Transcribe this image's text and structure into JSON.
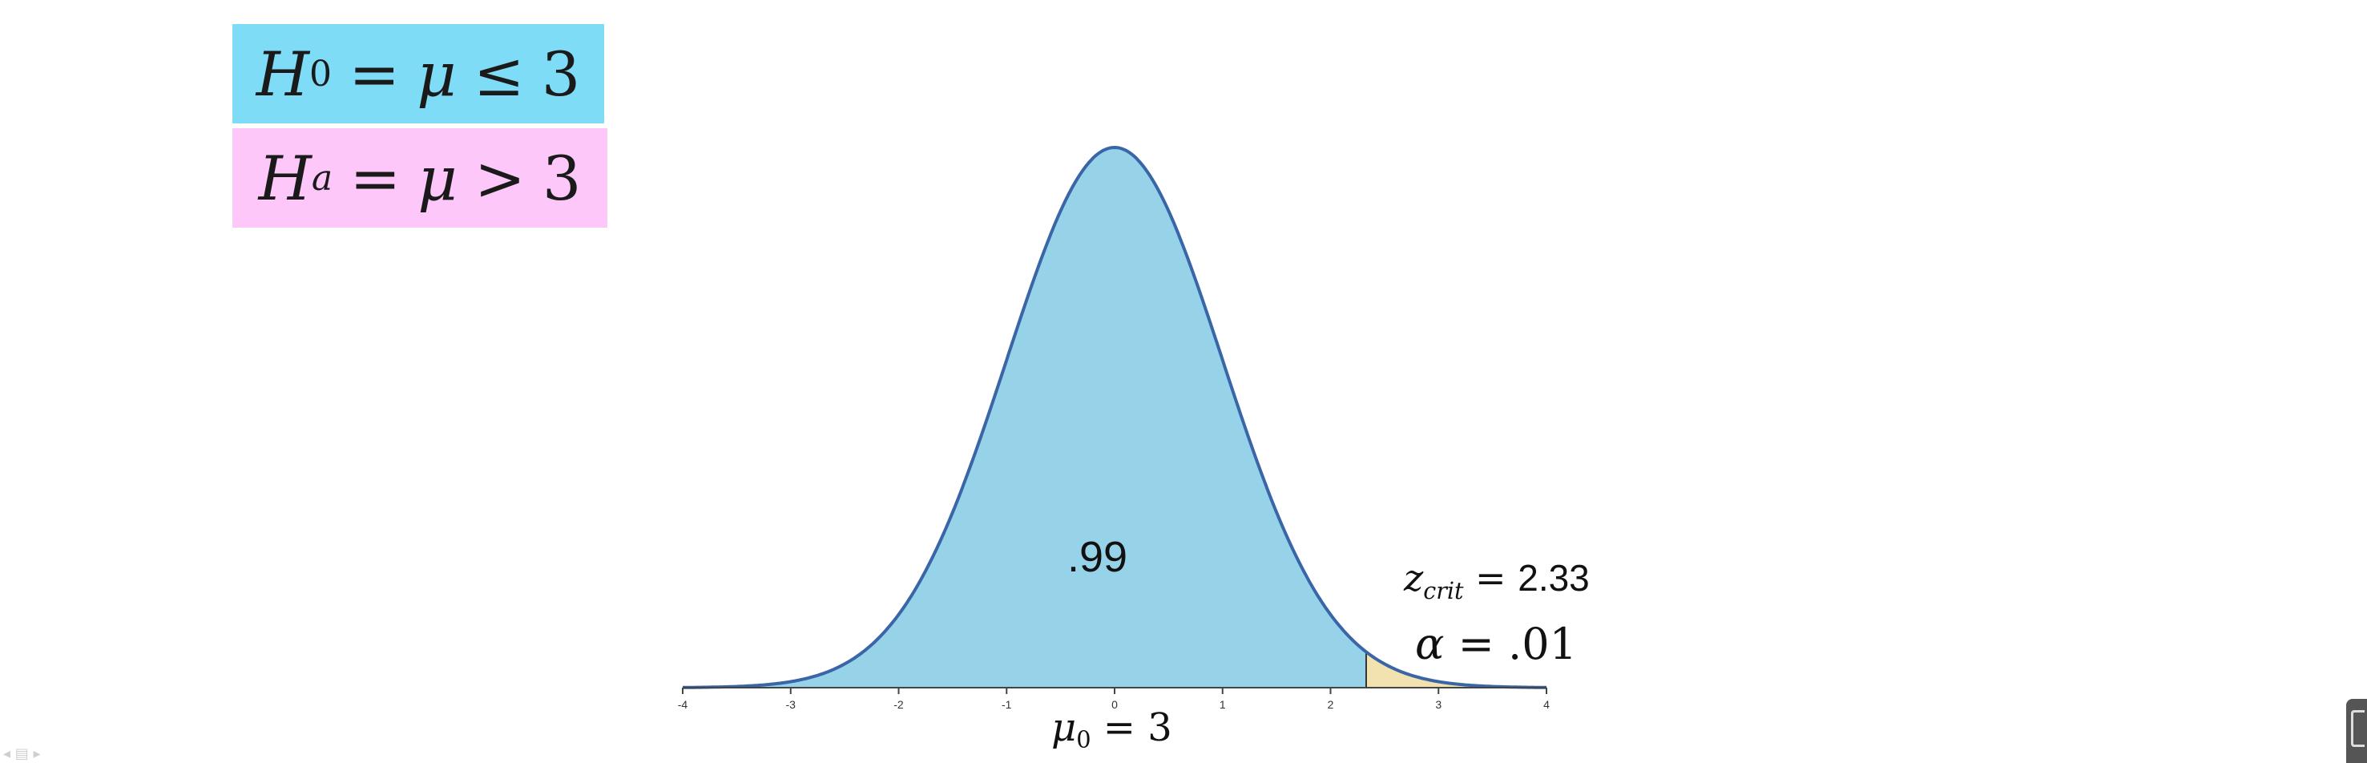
{
  "hypotheses": {
    "null": {
      "symbol": "H",
      "subscript": "0",
      "equals": "=",
      "mu": "μ",
      "relation": "≤",
      "value": "3"
    },
    "alternative": {
      "symbol": "H",
      "subscript": "a",
      "equals": "=",
      "mu": "μ",
      "relation": ">",
      "value": "3"
    }
  },
  "labels": {
    "probability": ".99",
    "zcrit_symbol": "z",
    "zcrit_subscript": "crit",
    "zcrit_equals": " = ",
    "zcrit_value": "2.33",
    "alpha_symbol": "α",
    "alpha_equals": " = ",
    "alpha_value": ".01",
    "mu_symbol": "μ",
    "mu_subscript": "0",
    "mu_equals": " = ",
    "mu_value": "3"
  },
  "bottom_controls": {
    "text": "◂ ▤ ▸"
  },
  "chart_data": {
    "type": "area",
    "distribution": "standard normal",
    "xlim": [
      -4,
      4
    ],
    "x_ticks": [
      -4,
      -3,
      -2,
      -1,
      0,
      1,
      2,
      3,
      4
    ],
    "critical_value": 2.33,
    "regions": [
      {
        "label": ".99",
        "from": -4,
        "to": 2.33,
        "color": "#96d3e9"
      },
      {
        "label": "α = .01",
        "from": 2.33,
        "to": 4,
        "color": "#f1e2b0"
      }
    ],
    "curve_color": "#3a66a8"
  }
}
